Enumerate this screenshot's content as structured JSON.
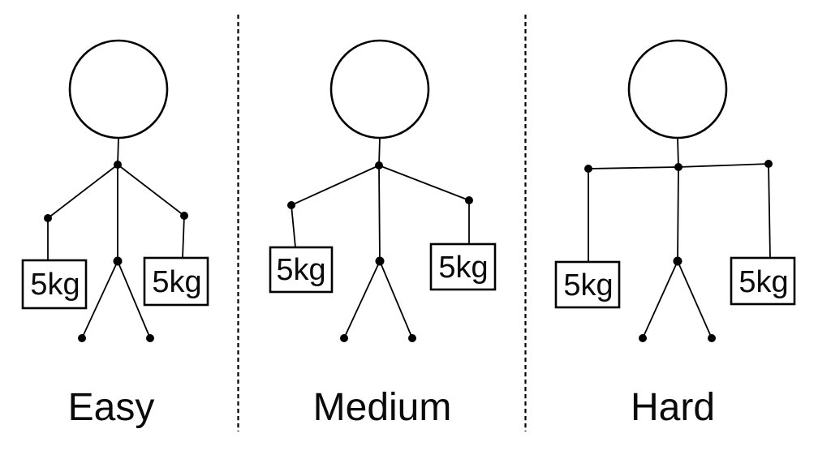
{
  "diagram": {
    "panels": [
      {
        "id": "easy",
        "label": "Easy",
        "left_weight": "5kg",
        "right_weight": "5kg"
      },
      {
        "id": "medium",
        "label": "Medium",
        "left_weight": "5kg",
        "right_weight": "5kg"
      },
      {
        "id": "hard",
        "label": "Hard",
        "left_weight": "5kg",
        "right_weight": "5kg"
      }
    ],
    "colors": {
      "stroke": "#000000",
      "background": "#ffffff",
      "text": "#0a0a0a"
    }
  }
}
